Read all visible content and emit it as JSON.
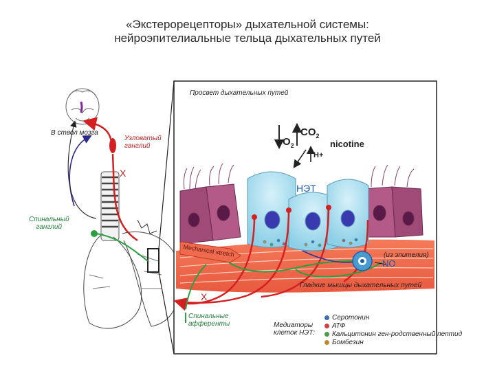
{
  "title": {
    "line1": "«Экстерорецепторы» дыхательной системы:",
    "line2": "нейроэпителиальные тельца дыхательных путей"
  },
  "labels": {
    "lumen": "Просвет дыхательных путей",
    "brainstem": "В ствол мозга",
    "nodose": "Узловатый\nганглий",
    "vagus_top": "X",
    "vagus_bottom": "X",
    "spinal_ganglion": "Спинальный\nганглий",
    "net": "НЭТ",
    "o2": "O",
    "o2_sub": "2",
    "co2": "CO",
    "co2_sub": "2",
    "h_plus": "H+",
    "nicotine": "nicotine",
    "mechanical": "Mechanical stretch",
    "epithelium_note": "(из эпителия)",
    "no": "NO",
    "smooth_muscle": "Гладкие мышцы дыхательных путей",
    "spinal_afferents": "Спинальные\nафференты",
    "mediators": "Медиаторы\nклеток НЭТ:"
  },
  "mediators_list": [
    {
      "text": "Серотонин",
      "color": "#3a6fb0"
    },
    {
      "text": "АТФ",
      "color": "#d04040"
    },
    {
      "text": "Кальцитонин ген-родственный пептид",
      "color": "#4a9a4a"
    },
    {
      "text": "Бомбезин",
      "color": "#c08a2a"
    }
  ],
  "colors": {
    "vagal": "#d42020",
    "spinal": "#2aa040",
    "efferent": "#2a3a9a",
    "net_cells": "#a8dcee",
    "epithelium": "#a04a78",
    "muscle": "#f06a50"
  }
}
